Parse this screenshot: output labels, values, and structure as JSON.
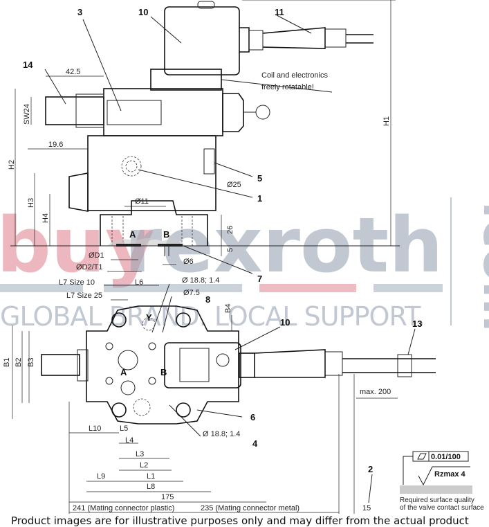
{
  "drawing": {
    "callouts": {
      "c1": "1",
      "c2": "2",
      "c3": "3",
      "c4": "4",
      "c5": "5",
      "c6": "6",
      "c7": "7",
      "c8": "8",
      "c10a": "10",
      "c10b": "10",
      "c11": "11",
      "c13": "13",
      "c14": "14"
    },
    "note_coil_1": "Coil and electronics",
    "note_coil_2": "freely rotatable!",
    "dims": {
      "d42_5": "42.5",
      "sw24": "SW24",
      "d19_6": "19.6",
      "h1": "H1",
      "h2": "H2",
      "h3": "H3",
      "h4": "H4",
      "d25": "Ø25",
      "d11": "Ø11",
      "d26": "26",
      "d5": "5",
      "dd1": "ØD1",
      "dd2": "ØD2/T1",
      "d6": "Ø6",
      "l7s10": "L7 Size 10",
      "l6": "L6",
      "l7s25": "L7 Size 25",
      "d188a": "Ø 18.8; 1.4",
      "d75": "Ø7.5",
      "b4": "B4",
      "b1": "B1",
      "b2": "B2",
      "b3": "B3",
      "max200": "max. 200",
      "l10": "L10",
      "l5": "L5",
      "l4": "L4",
      "l3": "L3",
      "l2": "L2",
      "l9": "L9",
      "l1": "L1",
      "l8": "L8",
      "d188b": "Ø 18.8; 1.4",
      "d175": "175",
      "d241": "241 (Mating connector plastic)",
      "d235": "235 (Mating connector metal)",
      "d15": "15"
    },
    "ports": {
      "a_top": "A",
      "b_top": "B",
      "y": "Y",
      "a_plan": "A",
      "b_plan": "B"
    },
    "surface": {
      "flatness": "0.01/100",
      "roughness": "Rzmax 4",
      "note1": "Required surface quality",
      "note2": "of the valve contact surface"
    }
  },
  "watermark": {
    "buy": "buy",
    "rexroth": "rexroth",
    "com": ".com",
    "tagline": "GLOBAL BRAND. LOCAL SUPPORT."
  },
  "footer": "Product images are for illustrative purposes only and may differ from the actual product"
}
